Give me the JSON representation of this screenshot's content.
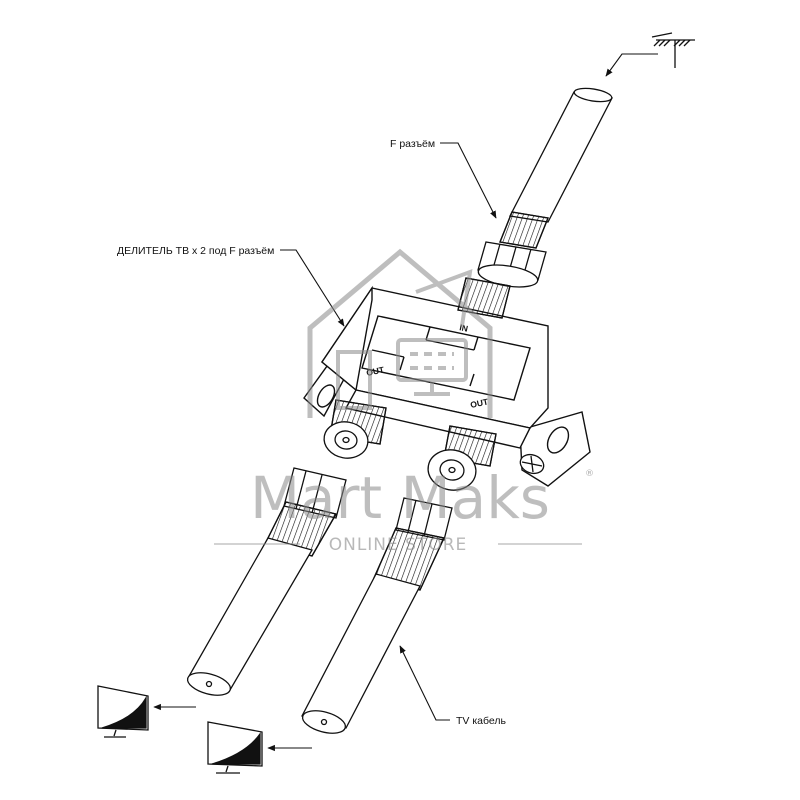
{
  "labels": {
    "f_connector": "F разъём",
    "splitter": "ДЕЛИТЕЛЬ ТВ x 2 под F разъём",
    "tv_cable": "TV кабель",
    "port_in": "IN",
    "port_out_left": "OUT",
    "port_out_right": "OUT"
  },
  "watermark": {
    "brand": "Mart Maks",
    "tagline": "ONLINE STORE",
    "registered": "®"
  },
  "colors": {
    "line": "#111111",
    "watermark": "#8a8a8a",
    "background": "#ffffff"
  }
}
